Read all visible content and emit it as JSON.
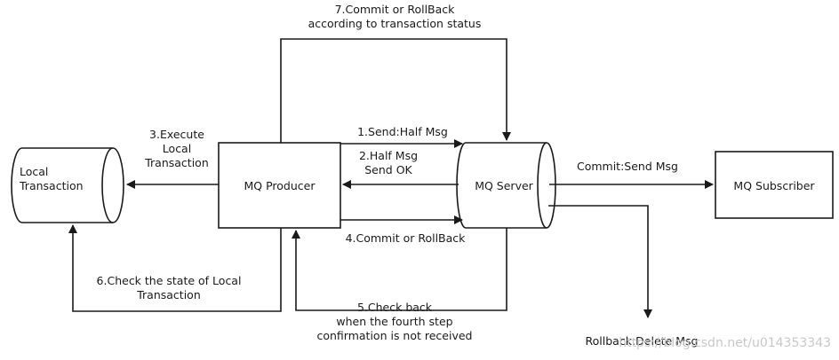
{
  "nodes": {
    "local_transaction": "Local\nTransaction",
    "mq_producer": "MQ Producer",
    "mq_server": "MQ Server",
    "mq_subscriber": "MQ Subscriber"
  },
  "edges": {
    "step1": "1.Send:Half Msg",
    "step2": "2.Half Msg\nSend OK",
    "step3": "3.Execute\nLocal\nTransaction",
    "step4": "4.Commit or RollBack",
    "step5": "5.Check back\nwhen the fourth step\nconfirmation is not received",
    "step6": "6.Check the state of Local\nTransaction",
    "step7": "7.Commit or RollBack\naccording to transaction status",
    "commit": "Commit:Send Msg",
    "rollback": "Rollback:Delete Msg"
  },
  "watermark": "https://blog.csdn.net/u014353343"
}
